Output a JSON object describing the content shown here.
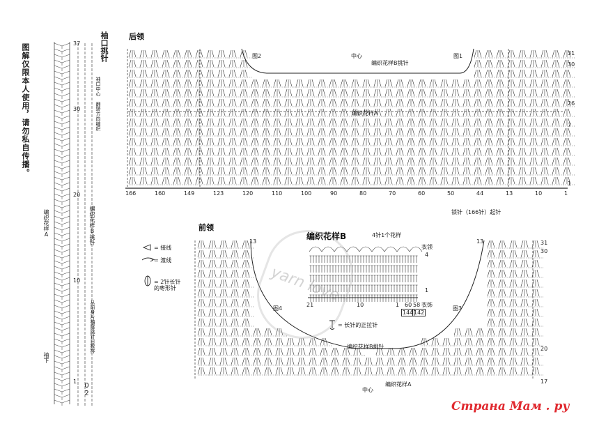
{
  "notice": "图解仅限本人使用，请勿私自传播。",
  "sleeve": {
    "title": "袖口挑针",
    "bottom_label": "袖下",
    "center_note": "袖口中心 翻转方向编织",
    "pattern_b": "编织花样B挑针",
    "pattern_a": "编织花样A",
    "direction_note": "从前身片袖窿挑针日数排",
    "row_marks": [
      "37",
      "30",
      "20",
      "10",
      "1"
    ],
    "page_num": "02"
  },
  "back": {
    "title": "后领",
    "fig_left": "图2",
    "fig_right": "图1",
    "center": "中心",
    "pattern_b": "编织花样B挑针",
    "pattern_a": "编织花样A",
    "right_rows": [
      "31",
      "30",
      "26",
      "7",
      "1"
    ],
    "bottom_ticks": [
      "166",
      "160",
      "149",
      "123",
      "120",
      "110",
      "100",
      "90",
      "80",
      "70",
      "60",
      "50",
      "44",
      "13",
      "10",
      "1"
    ],
    "chain_note": "锁针（166针）起针"
  },
  "front": {
    "title": "前领",
    "fig_left": "图4",
    "fig_right": "图3",
    "center": "中心",
    "pattern_b": "编织花样B挑针",
    "pattern_a": "编织花样A",
    "left_row": "13",
    "right_rows": [
      "13",
      "31",
      "30",
      "20",
      "17"
    ]
  },
  "pattern_b": {
    "title": "编织花样B",
    "repeat": "4针1个花样",
    "collar": "衣领",
    "body": "衣饰",
    "row_marks": [
      "4",
      "1"
    ],
    "stitch_marks": [
      "21",
      "10",
      "1",
      "60",
      "58"
    ],
    "boxed": [
      "144",
      "142"
    ]
  },
  "legend": {
    "join": "= 接线",
    "cut": "= 渡线",
    "cluster": "= 2针长针的枣形针",
    "post": "= 长针的正拉针"
  },
  "watermark": "yarn love",
  "site": "Страна Мам . ру"
}
